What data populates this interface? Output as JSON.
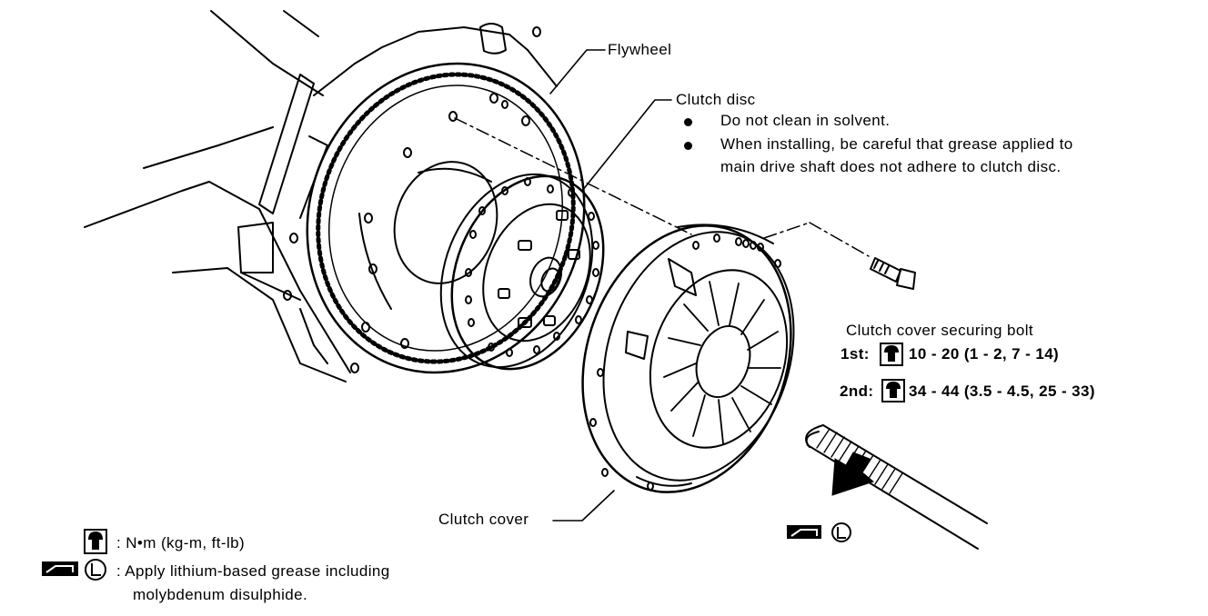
{
  "labels": {
    "flywheel": "Flywheel",
    "clutch_disc": "Clutch disc",
    "clutch_disc_notes": [
      "Do not clean in solvent.",
      "When installing, be careful that grease applied to",
      "main drive shaft does not adhere to clutch disc."
    ],
    "clutch_cover": "Clutch cover",
    "bolt": {
      "title": "Clutch cover securing bolt",
      "first_prefix": "1st:",
      "first_value": "10 - 20 (1 - 2, 7 - 14)",
      "second_prefix": "2nd:",
      "second_value": "34 - 44 (3.5 - 4.5, 25 - 33)"
    }
  },
  "legend": {
    "torque_text": ": N•m (kg-m, ft-lb)",
    "grease_line1": ": Apply lithium-based grease including",
    "grease_line2": "molybdenum disulphide."
  },
  "icons": [
    "torque-wrench-icon",
    "grease-gun-icon",
    "lithium-grease-symbol-icon",
    "insertion-arrow-icon"
  ]
}
